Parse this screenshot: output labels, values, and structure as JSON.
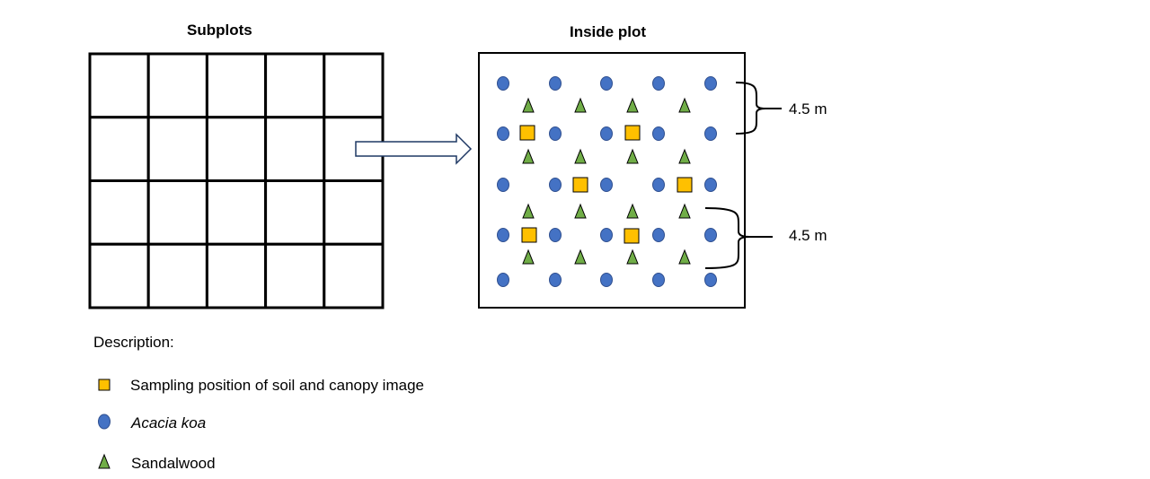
{
  "titles": {
    "subplots": "Subplots",
    "inside_plot": "Inside plot"
  },
  "grid": {
    "rows": 4,
    "cols": 5
  },
  "dimensions": [
    {
      "label": "4.5 m"
    },
    {
      "label": "4.5 m"
    }
  ],
  "legend": {
    "heading": "Description:",
    "items": [
      {
        "shape": "square",
        "label": "Sampling position of soil and canopy image",
        "italic": false
      },
      {
        "shape": "circle",
        "label": "Acacia koa",
        "italic": true
      },
      {
        "shape": "triangle",
        "label": "Sandalwood",
        "italic": false
      }
    ]
  },
  "colors": {
    "circle": "#4472C4",
    "square": "#FFC000",
    "triangle": "#70AD47",
    "outline": "#000000"
  }
}
